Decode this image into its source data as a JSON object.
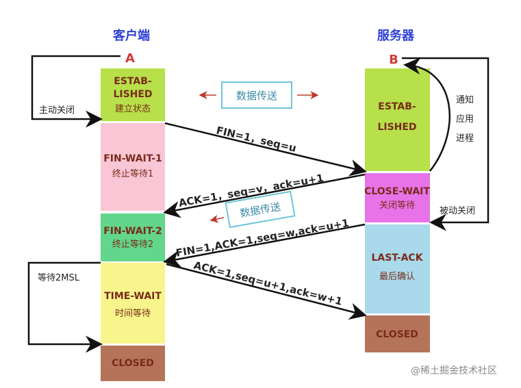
{
  "headers": {
    "client": "客户端",
    "server": "服务器",
    "a": "A",
    "b": "B"
  },
  "client_states": [
    {
      "l1": "ESTAB-",
      "l2": "LISHED",
      "zh": "建立状态",
      "color": "#b7e04a"
    },
    {
      "l1": "FIN-WAIT-1",
      "zh": "终止等待1",
      "color": "#f8c6d5"
    },
    {
      "l1": "FIN-WAIT-2",
      "zh": "终止等待2",
      "color": "#62d68a"
    },
    {
      "l1": "TIME-WAIT",
      "zh": "时间等待",
      "color": "#f8f58c"
    },
    {
      "l1": "CLOSED",
      "color": "#b5745a"
    }
  ],
  "server_states": [
    {
      "l1": "ESTAB-",
      "l2": "LISHED",
      "color": "#b7e04a"
    },
    {
      "l1": "CLOSE-WAIT",
      "zh": "关闭等待",
      "color": "#e873e8"
    },
    {
      "l1": "LAST-ACK",
      "zh": "最后确认",
      "color": "#a9d9ea"
    },
    {
      "l1": "CLOSED",
      "color": "#b5745a"
    }
  ],
  "messages": [
    "FIN=1，seq=u",
    "ACK=1，seq=v，ack=u+1",
    "FIN=1,ACK=1,seq=w,ack=u+1",
    "ACK=1,seq=u+1,ack=w+1"
  ],
  "data_transfer": "数据传送",
  "labels": {
    "active_close": "主动关闭",
    "wait_2msl": "等待2MSL",
    "passive_close": "被动关闭",
    "notify": [
      "通知",
      "应用",
      "进程"
    ]
  },
  "watermark": "@稀土掘金技术社区"
}
